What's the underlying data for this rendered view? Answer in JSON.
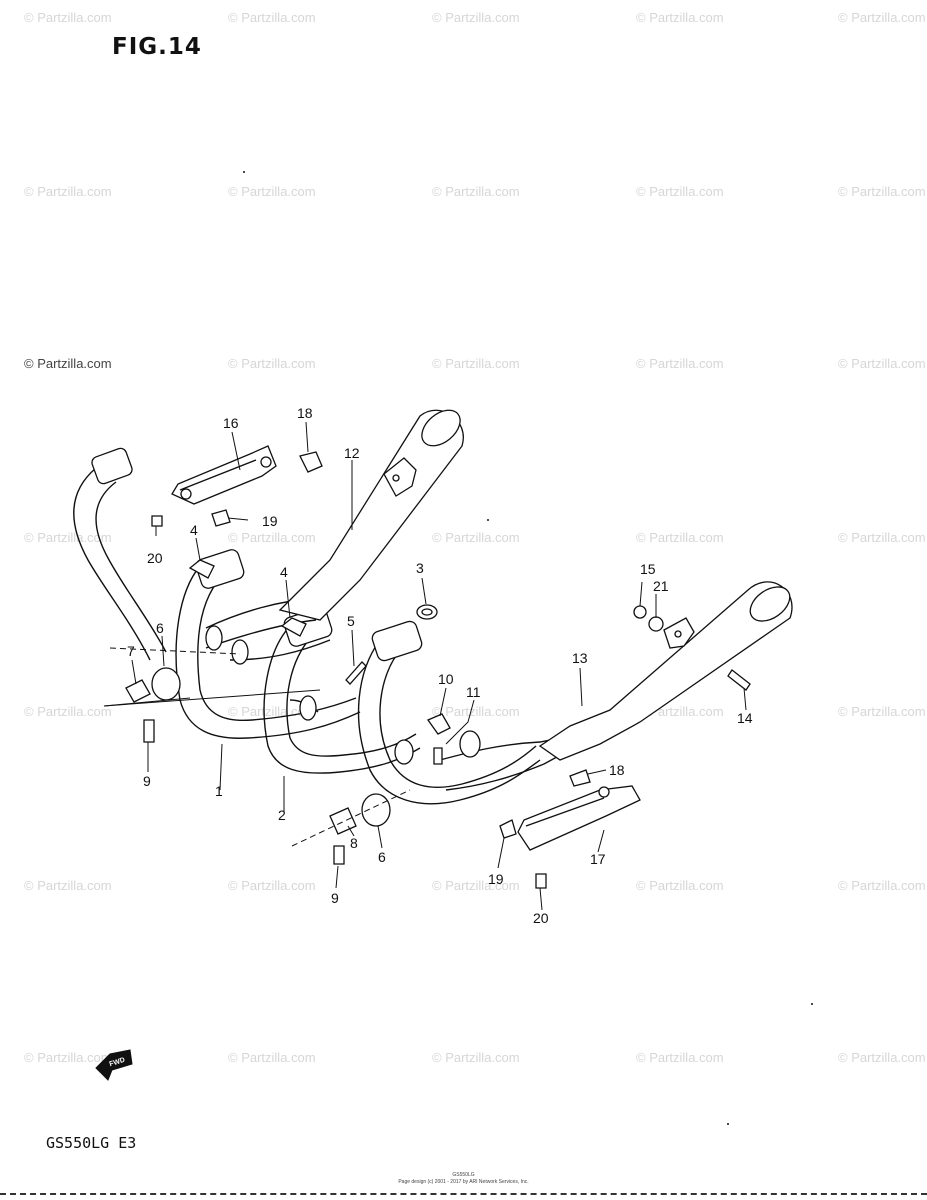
{
  "figure": {
    "title": "FIG.14",
    "model_code": "GS550LG E3"
  },
  "watermark": {
    "text": "© Partzilla.com"
  },
  "footer": {
    "line1": "GS550LG",
    "line2": "Page design (c) 2001 - 2017 by ARI Network Services, Inc."
  },
  "fwd_badge": {
    "label": "FWD",
    "icon": "forward-arrow-icon"
  },
  "callouts": [
    {
      "id": "c16",
      "label": "16"
    },
    {
      "id": "c18a",
      "label": "18"
    },
    {
      "id": "c12",
      "label": "12"
    },
    {
      "id": "c19a",
      "label": "19"
    },
    {
      "id": "c20a",
      "label": "20"
    },
    {
      "id": "c4a",
      "label": "4"
    },
    {
      "id": "c4b",
      "label": "4"
    },
    {
      "id": "c3",
      "label": "3"
    },
    {
      "id": "c15",
      "label": "15"
    },
    {
      "id": "c21",
      "label": "21"
    },
    {
      "id": "c5",
      "label": "5"
    },
    {
      "id": "c13",
      "label": "13"
    },
    {
      "id": "c6a",
      "label": "6"
    },
    {
      "id": "c7",
      "label": "7"
    },
    {
      "id": "c10",
      "label": "10"
    },
    {
      "id": "c11",
      "label": "11"
    },
    {
      "id": "c14",
      "label": "14"
    },
    {
      "id": "c9a",
      "label": "9"
    },
    {
      "id": "c1",
      "label": "1"
    },
    {
      "id": "c18b",
      "label": "18"
    },
    {
      "id": "c2",
      "label": "2"
    },
    {
      "id": "c8",
      "label": "8"
    },
    {
      "id": "c6b",
      "label": "6"
    },
    {
      "id": "c17",
      "label": "17"
    },
    {
      "id": "c19b",
      "label": "19"
    },
    {
      "id": "c9b",
      "label": "9"
    },
    {
      "id": "c20b",
      "label": "20"
    }
  ]
}
